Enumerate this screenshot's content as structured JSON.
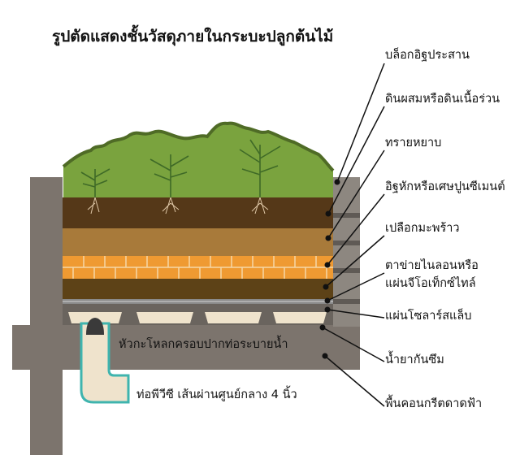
{
  "title": "รูปตัดแสดงชั้นวัสดุภายในกระบะปลูกต้นไม้",
  "labels": {
    "block": "บล็อกอิฐประสาน",
    "soil": "ดินผสมหรือดินเนื้อร่วน",
    "sand": "ทรายหยาบ",
    "brick": "อิฐหักหรือเศษปูนซีเมนต์",
    "coconut": "เปลือกมะพร้าว",
    "mesh_line1": "ตาข่ายไนลอนหรือ",
    "mesh_line2": "แผ่นจีโอเท็กซ์ไทล์",
    "solar": "แผ่นโซลาร์สแล็บ",
    "waterproof": "น้ำยากันซึม",
    "concrete": "พื้นคอนกรีตดาดฟ้า",
    "drain_cap": "หัวกะโหลกครอบปากท่อระบายน้ำ",
    "pvc": "ท่อพีวีซี เส้นผ่านศูนย์กลาง 4 นิ้ว"
  },
  "colors": {
    "grass": "#7aa33e",
    "soil": "#553818",
    "sand": "#a87a3a",
    "brick": "#ef9a32",
    "coconut": "#5d4217",
    "concrete": "#7c746d",
    "pipe": "#3fb4ae"
  }
}
